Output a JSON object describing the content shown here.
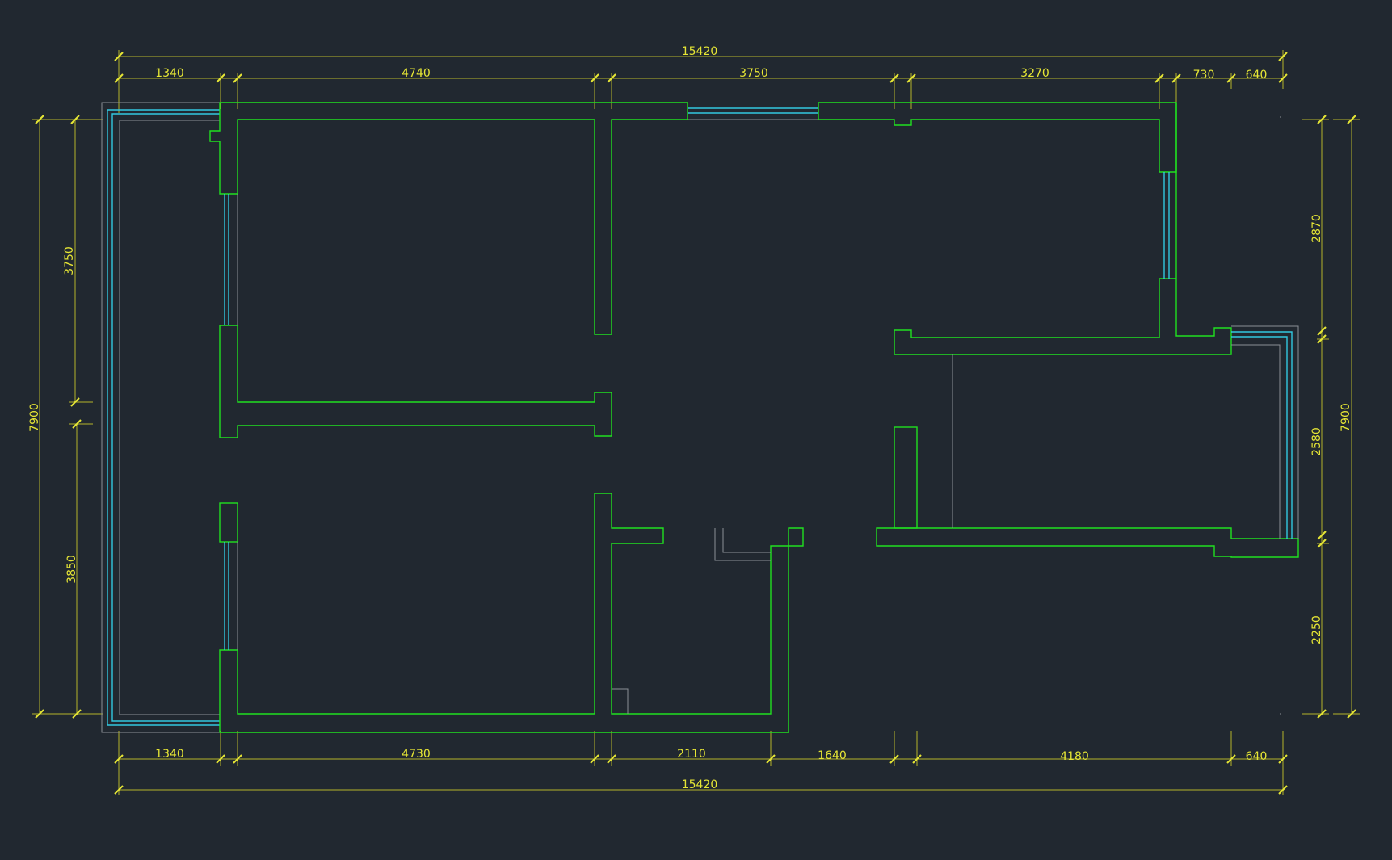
{
  "dimensions": {
    "top_total": "15420",
    "top_segments": [
      "1340",
      "4740",
      "3750",
      "3270",
      "730",
      "640"
    ],
    "bottom_total": "15420",
    "bottom_segments": [
      "1340",
      "4730",
      "2110",
      "1640",
      "4180",
      "640"
    ],
    "left_total": "7900",
    "left_segments": [
      "3750",
      "3850"
    ],
    "right_total": "7900",
    "right_segments": [
      "2870",
      "2580",
      "2250"
    ]
  },
  "colors": {
    "background": "#212830",
    "wall": "#20e020",
    "window": "#32c8e0",
    "dimension_text": "#e6e635",
    "dimension_line": "#b5b52a"
  }
}
